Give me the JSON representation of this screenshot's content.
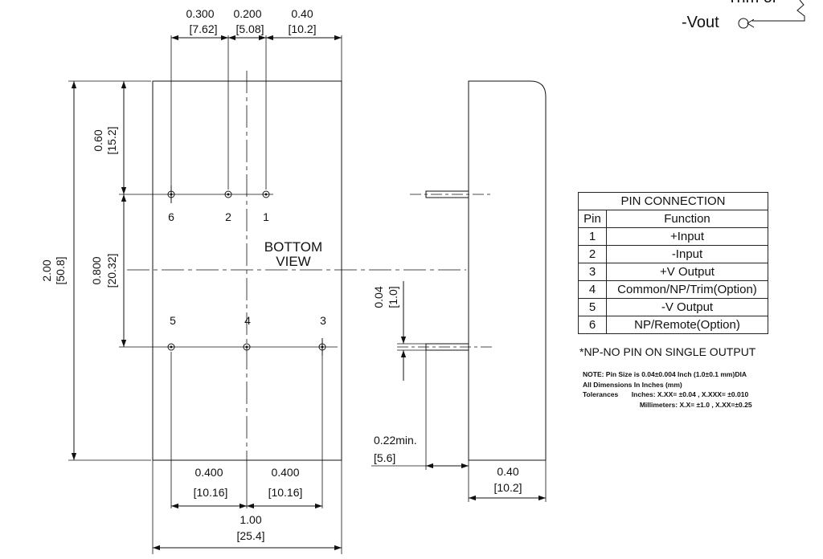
{
  "vout_label": "-Vout",
  "trim_label": "Trim or",
  "dims": {
    "top_w1": "0.300",
    "top_w1_mm": "[7.62]",
    "top_w2": "0.200",
    "top_w2_mm": "[5.08]",
    "top_w3": "0.40",
    "top_w3_mm": "[10.2]",
    "left_h1": "0.60",
    "left_h1_mm": "[15.2]",
    "left_h2": "0.800",
    "left_h2_mm": "[20.32]",
    "overall_h": "2.00",
    "overall_h_mm": "[50.8]",
    "bottom_w1": "0.400",
    "bottom_w1_mm": "[10.16]",
    "bottom_w2": "0.400",
    "bottom_w2_mm": "[10.16]",
    "overall_w": "1.00",
    "overall_w_mm": "[25.4]",
    "pin_dia": "0.04",
    "pin_dia_mm": "[1.0]",
    "pin_len": "0.22min.",
    "pin_len_mm": "[5.6]",
    "depth": "0.40",
    "depth_mm": "[10.2]"
  },
  "view_label": [
    "BOTTOM",
    "VIEW"
  ],
  "pin_numbers": [
    "6",
    "2",
    "1",
    "5",
    "4",
    "3"
  ],
  "pin_table": {
    "title": "PIN CONNECTION",
    "headers": [
      "Pin",
      "Function"
    ],
    "rows": [
      {
        "pin": "1",
        "function": "+Input"
      },
      {
        "pin": "2",
        "function": "-Input"
      },
      {
        "pin": "3",
        "function": "+V Output"
      },
      {
        "pin": "4",
        "function": "Common/NP/Trim(Option)"
      },
      {
        "pin": "5",
        "function": "-V Output"
      },
      {
        "pin": "6",
        "function": "NP/Remote(Option)"
      }
    ]
  },
  "np_note": "*NP-NO PIN ON SINGLE OUTPUT",
  "notes": [
    "NOTE: Pin Size is 0.04±0.004 Inch (1.0±0.1 mm)DIA",
    "All Dimensions In Inches (mm)",
    "Tolerances       Inches: X.XX= ±0.04 , X.XXX= ±0.010",
    "                              Millimeters: X.X= ±1.0 , X.XX=±0.25"
  ]
}
